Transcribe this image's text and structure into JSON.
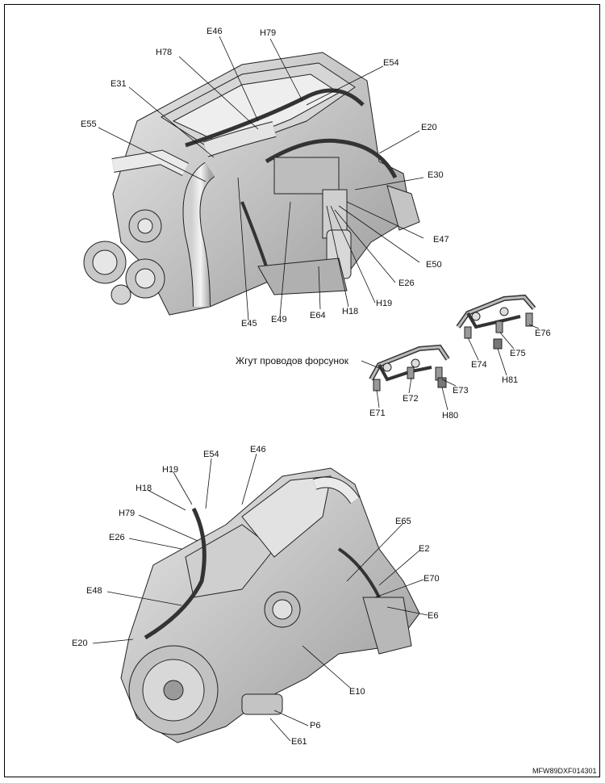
{
  "top_labels": [
    "E46",
    "H79",
    "H78",
    "E54",
    "E31",
    "E55",
    "E20",
    "E30",
    "E47",
    "E50",
    "E26",
    "H19",
    "H18",
    "E64",
    "E49",
    "E45"
  ],
  "bottom_labels": [
    "E54",
    "E46",
    "H19",
    "H18",
    "H79",
    "E26",
    "E65",
    "E2",
    "E70",
    "E6",
    "E48",
    "E20",
    "E10",
    "P6",
    "E61"
  ],
  "harness": {
    "caption": "Жгут проводов форсунок",
    "labels": [
      "E71",
      "E72",
      "E73",
      "H80",
      "E74",
      "E75",
      "E76",
      "H81"
    ]
  },
  "figure_code": "MFW89DXF014301"
}
